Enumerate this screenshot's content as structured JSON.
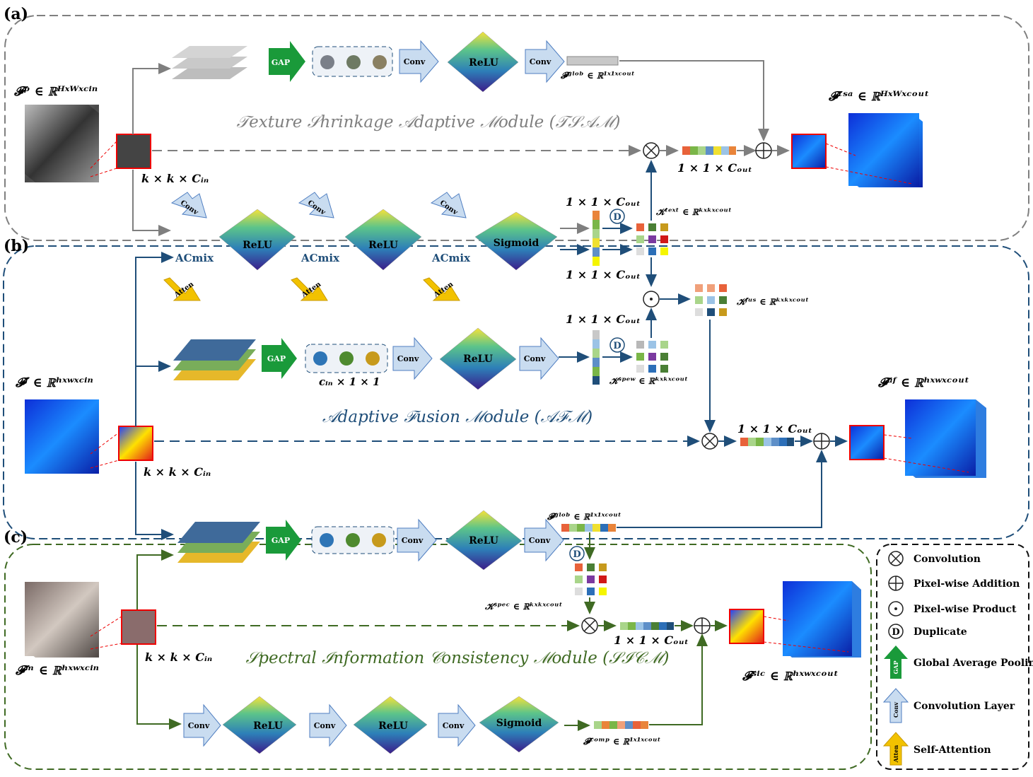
{
  "panels": {
    "a": "(a)",
    "b": "(b)",
    "c": "(c)"
  },
  "module_titles": {
    "tsam": "𝒯exture 𝒮hrinkage 𝒜daptive ℳodule (𝒯𝒮𝒜ℳ)",
    "afm": "𝒜daptive ℱusion ℳodule (𝒜ℱℳ)",
    "sicm": "𝒮pectral ℐnformation 𝒞onsistency ℳodule (𝒮ℐ𝒞ℳ)"
  },
  "ops": {
    "gap": "GAP",
    "conv": "Conv",
    "relu": "ReLU",
    "sigmoid": "Sigmoid",
    "acmix": "ACmix",
    "atten": "Atten",
    "dup": "D"
  },
  "labels": {
    "fp": "𝓕ᵖ ∈ ℝᴴˣᵂˣᶜⁱⁿ",
    "ftsa": "𝓕ᵗˢᵃ ∈ ℝᴴˣᵂˣᶜᵒᵘᵗ",
    "fglob_a": "𝓕ᵍˡᵒᵇ ∈ ℝ¹ˣ¹ˣᶜᵒᵘᵗ",
    "kkcin": "k × k × Cᵢₙ",
    "one_cout": "1 × 1 × Cₒᵤₜ",
    "ktext": "𝒦ᵗᵉˣᵗ ∈ ℝᵏˣᵏˣᶜᵒᵘᵗ",
    "kfus": "𝒦ᶠᵘˢ ∈ ℝᵏˣᵏˣᶜᵒᵘᵗ",
    "kspew": "𝒦ˢᵖᵉʷ ∈ ℝᵏˣᵏˣᶜᵒᵘᵗ",
    "ff": "𝓕ᶠ ∈ ℝʰˣʷˣᶜⁱⁿ",
    "faf": "𝓕ᵃᶠ ∈ ℝʰˣʷˣᶜᵒᵘᵗ",
    "cin111": "cᵢₙ × 1 × 1",
    "fglob_c": "𝓕ᵍˡᵒᵇ ∈ ℝ¹ˣ¹ˣᶜᵒᵘᵗ",
    "kspec": "𝒦ˢᵖᵉᶜ ∈ ℝᵏˣᵏˣᶜᵒᵘᵗ",
    "fm": "𝓕ᵐ ∈ ℝʰˣʷˣᶜⁱⁿ",
    "fsic": "𝓕ˢⁱᶜ ∈ ℝʰˣʷˣᶜᵒᵘᵗ",
    "fcomp": "𝓕ᶜᵒᵐᵖ ∈ ℝ¹ˣ¹ˣᶜᵒᵘᵗ"
  },
  "legend": [
    {
      "symbol": "⊗",
      "label": "Convolution"
    },
    {
      "symbol": "⊕",
      "label": "Pixel-wise Addition"
    },
    {
      "symbol": "⊙",
      "label": "Pixel-wise Product"
    },
    {
      "symbol": "D",
      "label": "Duplicate"
    },
    {
      "symbol": "GAP",
      "label": "Global Average Pooling"
    },
    {
      "symbol": "Conv",
      "label": "Convolution Layer"
    },
    {
      "symbol": "Atten",
      "label": "Self-Attention"
    }
  ],
  "colors": {
    "tsam": "#7f7f7f",
    "afm": "#1f4e79",
    "sicm": "#3f6a23",
    "gap": "#1a9a3a",
    "conv_fill": "#c9dcf0",
    "conv_stroke": "#4f7ec1",
    "atten": "#f2c200"
  }
}
